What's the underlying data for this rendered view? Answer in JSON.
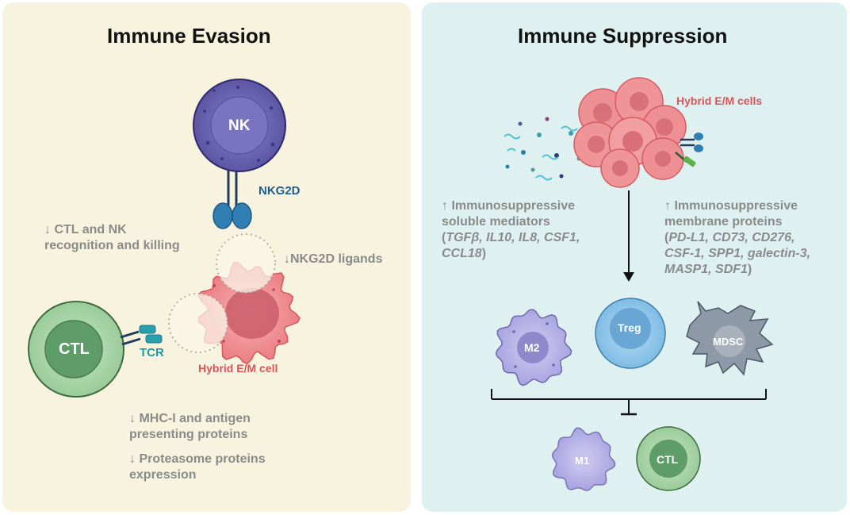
{
  "left": {
    "title": "Immune Evasion",
    "nk_label": "NK",
    "nkg2d_label": "NKG2D",
    "ctl_label": "CTL",
    "tcr_label": "TCR",
    "hybrid_cell_label": "Hybrid E/M cell",
    "effect_recognition": [
      "↓ CTL and NK",
      "recognition and killing"
    ],
    "effect_ligands": "↓NKG2D ligands",
    "effect_mhc": [
      "↓ MHC-I and antigen",
      "presenting proteins"
    ],
    "effect_proteasome": [
      "↓ Proteasome proteins",
      "expression"
    ]
  },
  "right": {
    "title": "Immune Suppression",
    "hybrid_cells_label": "Hybrid E/M cells",
    "soluble": {
      "line1": "↑ Immunosuppressive",
      "line2": "soluble mediators",
      "open": "(",
      "m1": "TGFβ, IL10, IL8, CSF1,",
      "m2": "CCL18",
      "close": ")"
    },
    "membrane": {
      "line1": "↑ Immunosuppressive",
      "line2": "membrane proteins",
      "open": "(",
      "p1": "PD-L1, CD73, CD276,",
      "p2": "CSF-1, SPP1, galectin-3,",
      "p3": "MASP1, SDF1",
      "close": ")"
    },
    "m2_label": "M2",
    "treg_label": "Treg",
    "mdsc_label": "MDSC",
    "m1_label": "M1",
    "ctl_label": "CTL"
  },
  "colors": {
    "left_bg": "#f8f3df",
    "right_bg": "#def0f0",
    "nk_cell": "#6f6ab5",
    "ctl_cell": "#9fcf9f",
    "tumor_cell": "#f08a8a",
    "treg_cell": "#8ec6ea",
    "m2_cell": "#b7b3e8",
    "mdsc_cell": "#8a97a4",
    "label_red": "#d9545a",
    "label_blue": "#1d5e8e",
    "label_teal": "#1a9aaa",
    "text_gray": "#8a8a8a"
  }
}
